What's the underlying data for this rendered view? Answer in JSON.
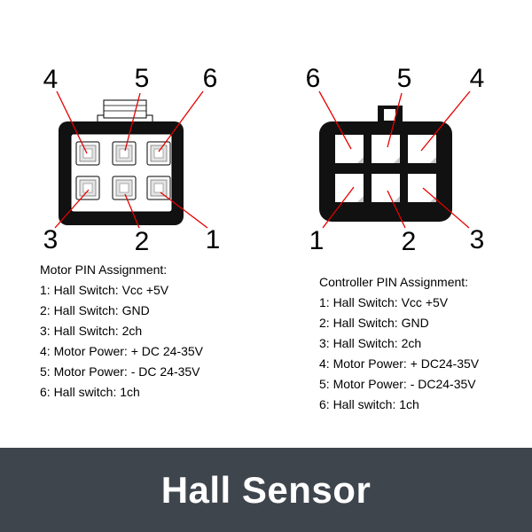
{
  "banner": {
    "title": "Hall Sensor",
    "background": "#3f454d",
    "text_color": "#ffffff"
  },
  "connectors": [
    {
      "id": "motor-connector",
      "top_labels": [
        "4",
        "5",
        "6"
      ],
      "bottom_labels": [
        "3",
        "2",
        "1"
      ]
    },
    {
      "id": "controller-connector",
      "top_labels": [
        "6",
        "5",
        "4"
      ],
      "bottom_labels": [
        "1",
        "2",
        "3"
      ]
    }
  ],
  "assignments": [
    {
      "title": "Motor PIN Assignment:",
      "lines": [
        "1: Hall Switch: Vcc +5V",
        "2: Hall Switch: GND",
        "3: Hall Switch: 2ch",
        "4: Motor Power: + DC 24-35V",
        "5: Motor Power: - DC 24-35V",
        "6: Hall switch: 1ch"
      ]
    },
    {
      "title": "Controller PIN Assignment:",
      "lines": [
        "1: Hall Switch: Vcc +5V",
        "2: Hall Switch: GND",
        "3: Hall Switch: 2ch",
        "4: Motor Power: + DC24-35V",
        "5: Motor Power: - DC24-35V",
        "6: Hall switch: 1ch"
      ]
    }
  ],
  "colors": {
    "leader_line": "#e60000",
    "connector_body": "#111111"
  }
}
